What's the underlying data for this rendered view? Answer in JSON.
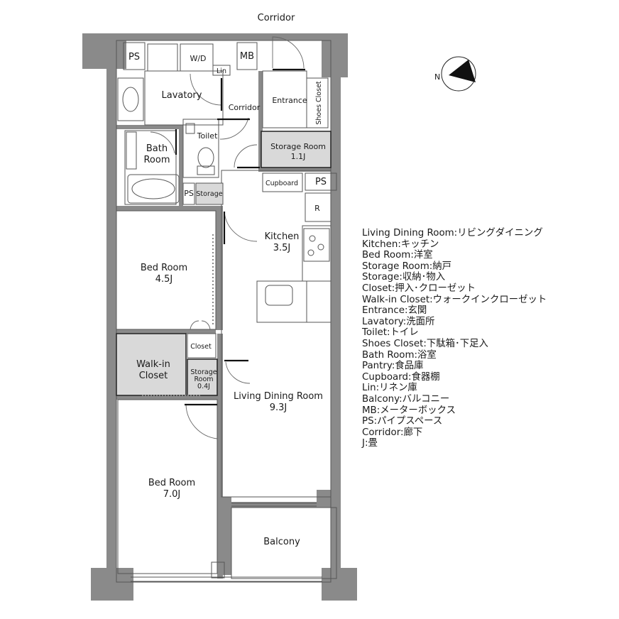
{
  "labels": {
    "corridor_top": "Corridor",
    "ps1": "PS",
    "wd": "W/D",
    "mb": "MB",
    "lin": "Lin",
    "lavatory": "Lavatory",
    "corridor_inner": "Corridor",
    "entrance": "Entrance",
    "shoes_closet": "Shoes Closet",
    "toilet": "Toilet",
    "bath1": "Bath",
    "bath2": "Room",
    "storage_room_name": "Storage Room",
    "storage_room_size": "1.1J",
    "cupboard": "Cupboard",
    "ps2": "PS",
    "fridge": "R",
    "ps3": "PS",
    "storage_small": "Storage",
    "kitchen_name": "Kitchen",
    "kitchen_size": "3.5J",
    "bed1_name": "Bed Room",
    "bed1_size": "4.5J",
    "closet": "Closet",
    "wic1": "Walk-in",
    "wic2": "Closet",
    "storage2_a": "Storage",
    "storage2_b": "Room",
    "storage2_c": "0.4J",
    "ldr_name": "Living Dining Room",
    "ldr_size": "9.3J",
    "bed2_name": "Bed Room",
    "bed2_size": "7.0J",
    "balcony": "Balcony"
  },
  "legend": [
    "Living Dining Room:リビングダイニング",
    "Kitchen:キッチン",
    "Bed Room:洋室",
    "Storage Room:納戸",
    "Storage:収納･物入",
    "Closet:押入･クローゼット",
    "Walk-in Closet:ウォークインクローゼット",
    "Entrance:玄関",
    "Lavatory:洗面所",
    "Toilet:トイレ",
    "Shoes Closet:下駄箱･下足入",
    "Bath Room:浴室",
    "Pantry:食品庫",
    "Cupboard:食器棚",
    "Lin:リネン庫",
    "Balcony:バルコニー",
    "MB:メーターボックス",
    "PS:パイプスペース",
    "Corridor:廊下",
    "J:畳"
  ],
  "compass_label": "N",
  "colors": {
    "wall": "#8a8a8a",
    "storage_fill": "#d9d9d9"
  }
}
